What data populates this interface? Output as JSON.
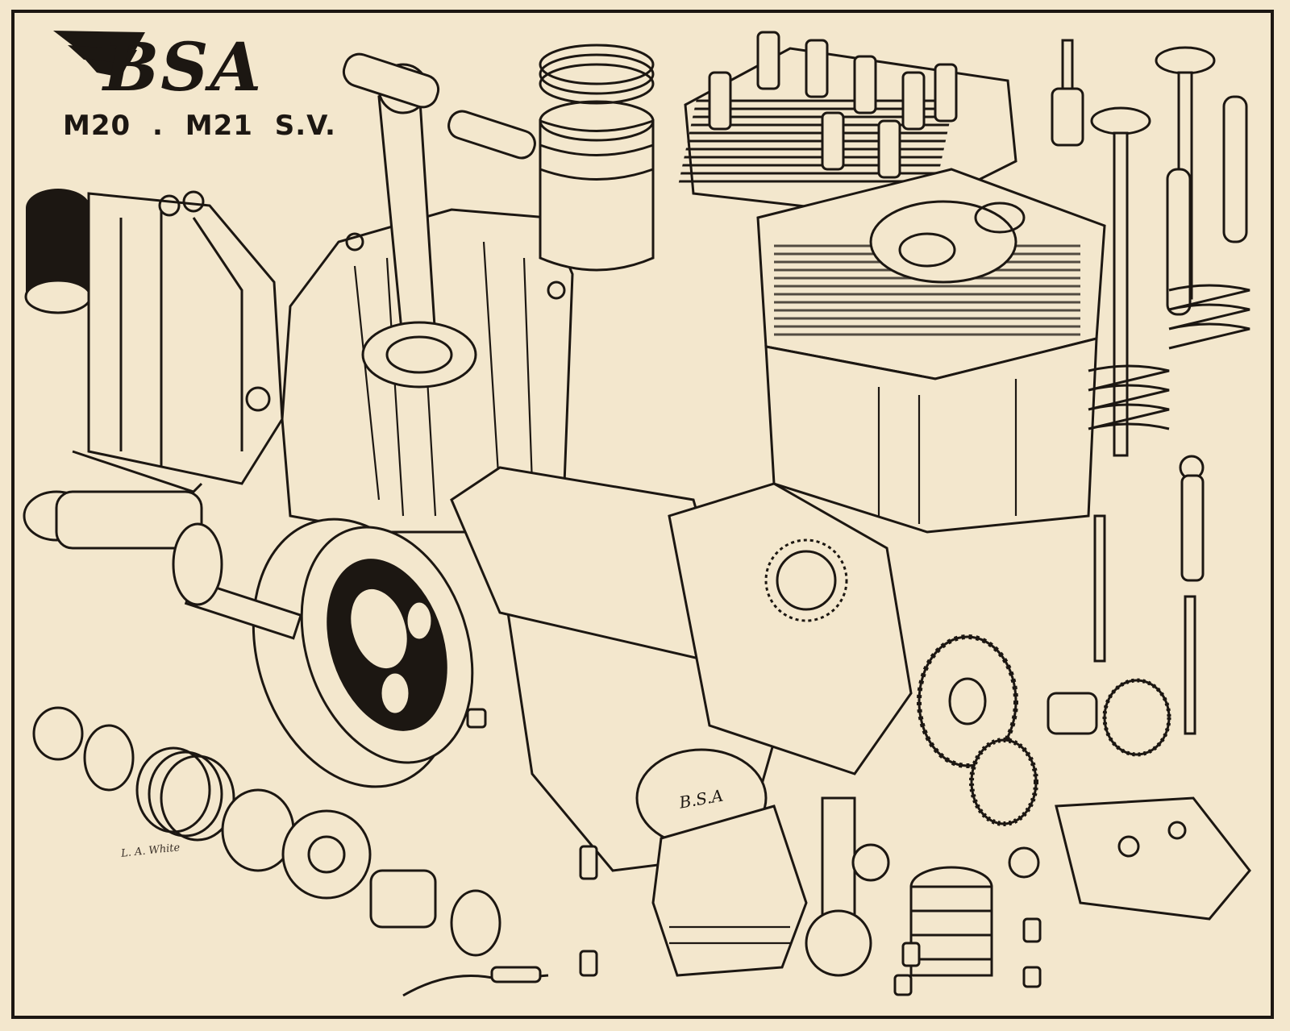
{
  "brand": {
    "logo_text": "BSA",
    "model_line": "M20 . M21   S.V."
  },
  "cover_stamp": "B.S.A",
  "signature": "L. A. White",
  "colors": {
    "paper": "#f3e7cd",
    "ink": "#1c1712"
  }
}
